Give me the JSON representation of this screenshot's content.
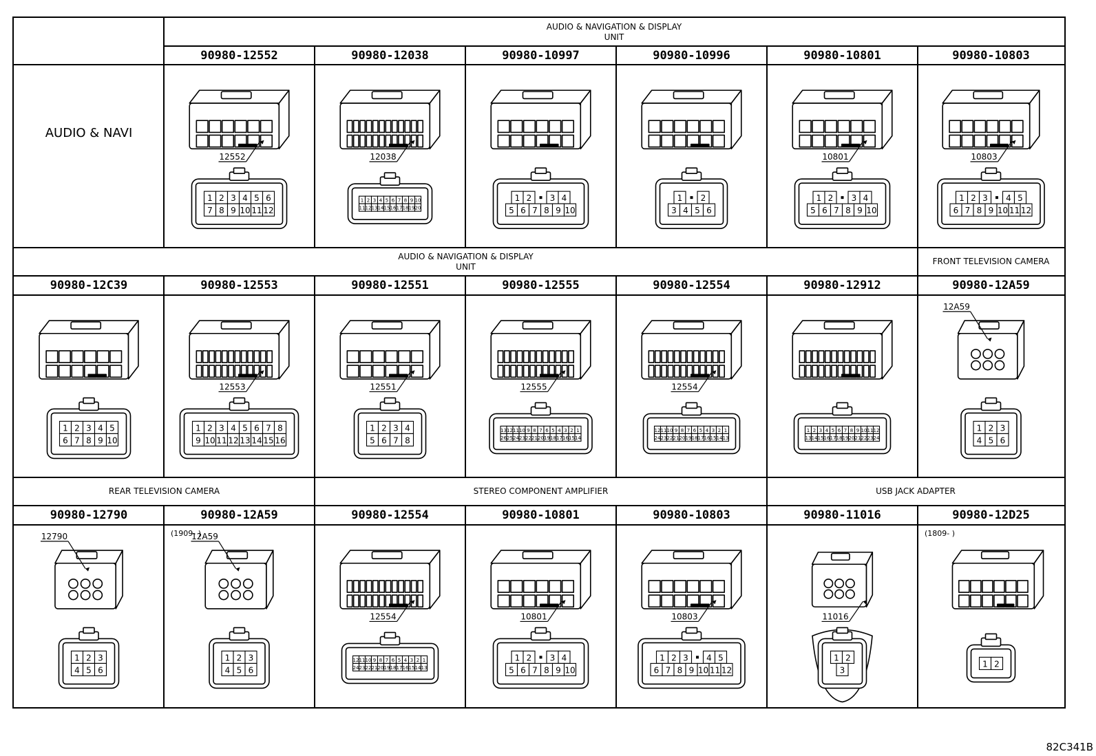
{
  "side_label": "AUDIO & NAVI",
  "section_titles": {
    "row1": "AUDIO & NAVIGATION & DISPLAY\nUNIT",
    "row2": "AUDIO & NAVIGATION & DISPLAY\nUNIT",
    "row2_camera": "FRONT TELEVISION CAMERA",
    "row3_rear": "REAR TELEVISION CAMERA",
    "row3_amp": "STEREO COMPONENT AMPLIFIER",
    "row3_usb": "USB JACK ADAPTER"
  },
  "rows": [
    {
      "cells": [
        {
          "part": "90980-12552",
          "callout": "12552",
          "pins": [
            [
              "1",
              "2",
              "3",
              "4",
              "5",
              "6"
            ],
            [
              "7",
              "8",
              "9",
              "10",
              "11",
              "12"
            ]
          ]
        },
        {
          "part": "90980-12038",
          "callout": "12038",
          "pins": [
            [
              "1",
              "2",
              "3",
              "4",
              "5",
              "6",
              "7",
              "8",
              "9",
              "10"
            ],
            [
              "11",
              "12",
              "13",
              "14",
              "15",
              "16",
              "17",
              "18",
              "19",
              "20"
            ]
          ]
        },
        {
          "part": "90980-10997",
          "callout": "",
          "pins": [
            [
              "1",
              "2",
              "",
              "3",
              "4"
            ],
            [
              "5",
              "6",
              "7",
              "8",
              "9",
              "10"
            ]
          ]
        },
        {
          "part": "90980-10996",
          "callout": "",
          "pins": [
            [
              "1",
              "",
              "2"
            ],
            [
              "3",
              "4",
              "5",
              "6"
            ]
          ]
        },
        {
          "part": "90980-10801",
          "callout": "10801",
          "pins": [
            [
              "1",
              "2",
              "",
              "3",
              "4"
            ],
            [
              "5",
              "6",
              "7",
              "8",
              "9",
              "10"
            ]
          ]
        },
        {
          "part": "90980-10803",
          "callout": "10803",
          "pins": [
            [
              "1",
              "2",
              "3",
              "",
              "4",
              "5"
            ],
            [
              "6",
              "7",
              "8",
              "9",
              "10",
              "11",
              "12"
            ]
          ]
        }
      ]
    },
    {
      "cells": [
        {
          "part": "90980-12C39",
          "callout": "",
          "pins": [
            [
              "1",
              "2",
              "3",
              "4",
              "5"
            ],
            [
              "6",
              "7",
              "8",
              "9",
              "10"
            ]
          ]
        },
        {
          "part": "90980-12553",
          "callout": "12553",
          "pins": [
            [
              "1",
              "2",
              "3",
              "4",
              "5",
              "6",
              "7",
              "8"
            ],
            [
              "9",
              "10",
              "11",
              "12",
              "13",
              "14",
              "15",
              "16"
            ]
          ]
        },
        {
          "part": "90980-12551",
          "callout": "12551",
          "pins": [
            [
              "1",
              "2",
              "3",
              "4"
            ],
            [
              "5",
              "6",
              "7",
              "8"
            ]
          ]
        },
        {
          "part": "90980-12555",
          "callout": "12555",
          "pins": [
            [
              "13",
              "12",
              "11",
              "10",
              "9",
              "8",
              "7",
              "6",
              "5",
              "4",
              "3",
              "2",
              "1"
            ],
            [
              "26",
              "25",
              "24",
              "23",
              "22",
              "21",
              "20",
              "19",
              "18",
              "17",
              "16",
              "15",
              "14"
            ]
          ]
        },
        {
          "part": "90980-12554",
          "callout": "12554",
          "pins": [
            [
              "12",
              "11",
              "10",
              "9",
              "8",
              "7",
              "6",
              "5",
              "4",
              "3",
              "2",
              "1"
            ],
            [
              "24",
              "23",
              "22",
              "21",
              "20",
              "19",
              "18",
              "17",
              "16",
              "15",
              "14",
              "13"
            ]
          ]
        },
        {
          "part": "90980-12912",
          "callout": "",
          "pins": [
            [
              "1",
              "2",
              "3",
              "4",
              "5",
              "6",
              "7",
              "8",
              "9",
              "10",
              "11",
              "12"
            ],
            [
              "13",
              "14",
              "15",
              "16",
              "17",
              "18",
              "19",
              "20",
              "21",
              "22",
              "23",
              "24"
            ]
          ]
        },
        {
          "part": "90980-12A59",
          "callout": "12A59",
          "pins": [
            [
              "1",
              "2",
              "3"
            ],
            [
              "4",
              "5",
              "6"
            ]
          ]
        }
      ]
    },
    {
      "cells": [
        {
          "part": "90980-12790",
          "callout": "12790",
          "date": "",
          "pins": [
            [
              "1",
              "2",
              "3"
            ],
            [
              "4",
              "5",
              "6"
            ]
          ]
        },
        {
          "part": "90980-12A59",
          "callout": "12A59",
          "date": "(1909-      )",
          "pins": [
            [
              "1",
              "2",
              "3"
            ],
            [
              "4",
              "5",
              "6"
            ]
          ]
        },
        {
          "part": "90980-12554",
          "callout": "12554",
          "date": "",
          "pins": [
            [
              "12",
              "11",
              "10",
              "9",
              "8",
              "7",
              "6",
              "5",
              "4",
              "3",
              "2",
              "1"
            ],
            [
              "24",
              "23",
              "22",
              "21",
              "20",
              "19",
              "18",
              "17",
              "16",
              "15",
              "14",
              "13"
            ]
          ]
        },
        {
          "part": "90980-10801",
          "callout": "10801",
          "date": "",
          "pins": [
            [
              "1",
              "2",
              "",
              "3",
              "4"
            ],
            [
              "5",
              "6",
              "7",
              "8",
              "9",
              "10"
            ]
          ]
        },
        {
          "part": "90980-10803",
          "callout": "10803",
          "date": "",
          "pins": [
            [
              "1",
              "2",
              "3",
              "",
              "4",
              "5"
            ],
            [
              "6",
              "7",
              "8",
              "9",
              "10",
              "11",
              "12"
            ]
          ]
        },
        {
          "part": "90980-11016",
          "callout": "11016",
          "date": "",
          "pins": [
            [
              "1",
              "2"
            ],
            [
              "3"
            ]
          ]
        },
        {
          "part": "90980-12D25",
          "callout": "",
          "date": "(1809-      )",
          "pins": [
            [
              "1",
              "2"
            ]
          ]
        }
      ]
    }
  ],
  "drawing_code": "82C341B"
}
